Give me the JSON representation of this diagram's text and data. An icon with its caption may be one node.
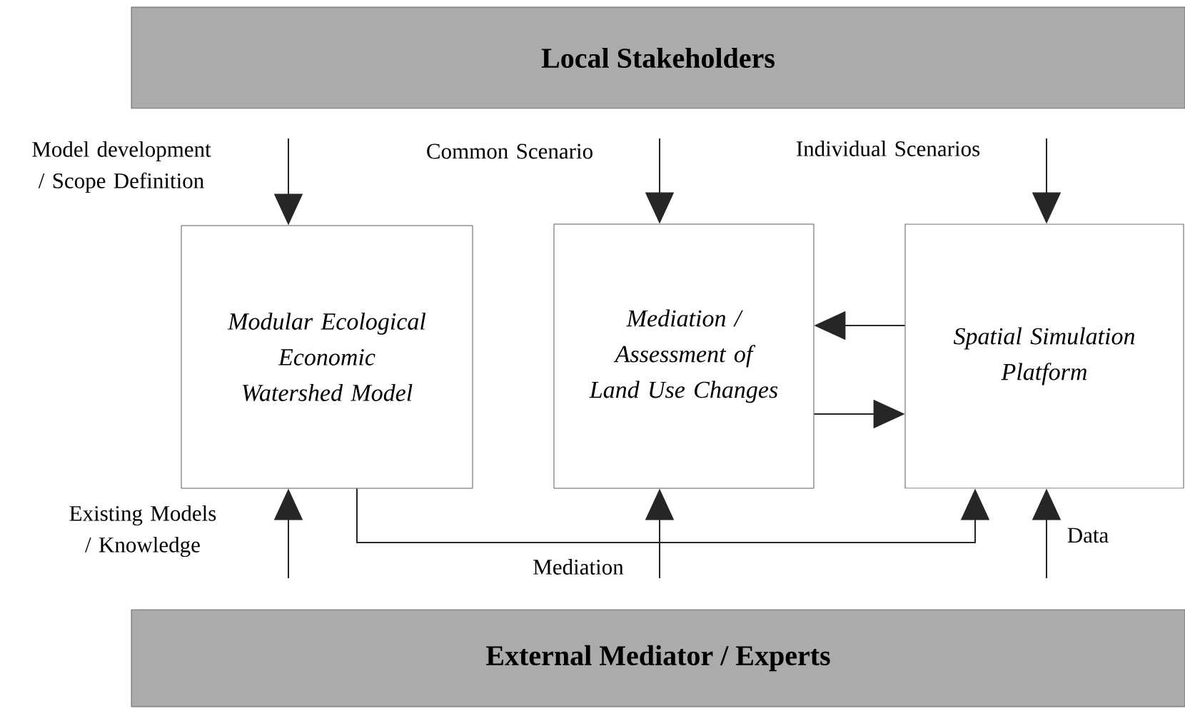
{
  "diagram": {
    "nodes": [
      {
        "text": [
          "Local Stakeholders"
        ]
      },
      {
        "text": [
          "Modular Ecological Economic Watershed Model"
        ]
      },
      {
        "text": [
          "Mediation / Assessment of Land Use Changes"
        ]
      },
      {
        "text": [
          "Spatial Simulation Platform"
        ]
      },
      {
        "text": [
          "External Mediator / Experts"
        ]
      }
    ],
    "edges": [
      {
        "from": null,
        "to": 1,
        "arrow": "to",
        "label": "Model development / Scope Definition"
      },
      {
        "from": null,
        "to": 2,
        "arrow": "to",
        "label": "Common Scenario"
      },
      {
        "from": null,
        "to": 3,
        "arrow": "to",
        "label": "Individual Scenarios"
      },
      {
        "from": 3,
        "to": 2,
        "arrow": "to"
      },
      {
        "from": 2,
        "to": 3,
        "arrow": "to"
      },
      {
        "from": null,
        "to": 1,
        "arrow": "to",
        "label": "Existing Models / Knowledge"
      },
      {
        "from": null,
        "to": 2,
        "arrow": "to",
        "label": "Mediation"
      },
      {
        "from": null,
        "to": 3,
        "arrow": "to",
        "label": "Data"
      },
      {
        "from": 1,
        "to": 3,
        "arrow": "to"
      }
    ]
  }
}
